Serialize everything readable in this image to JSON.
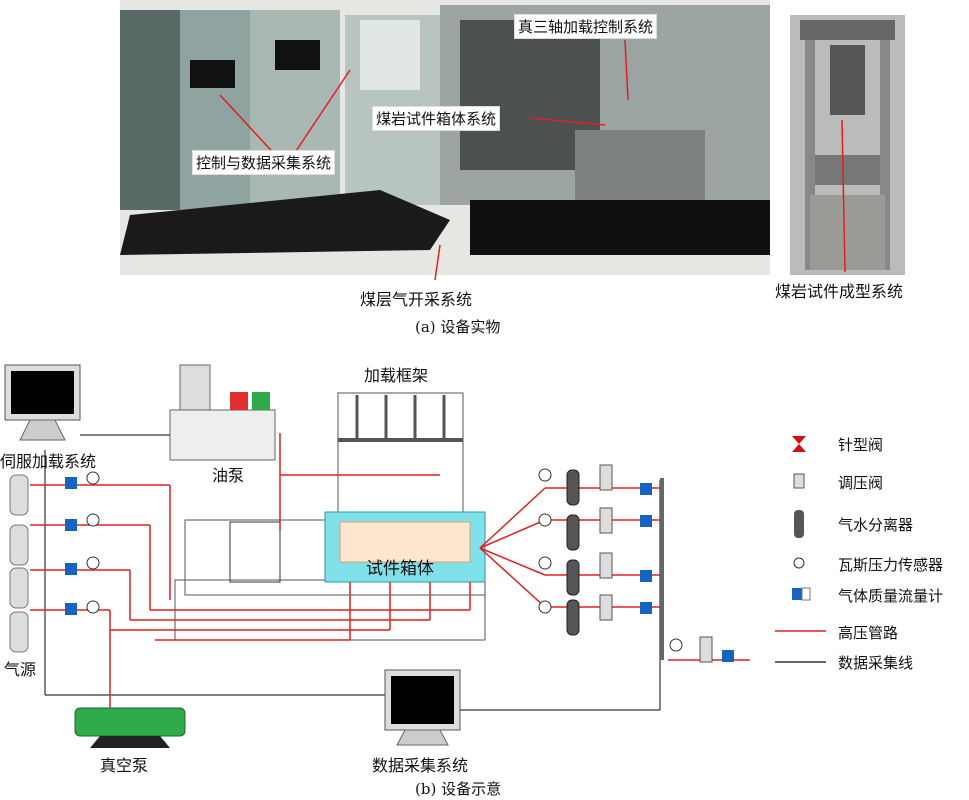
{
  "photo": {
    "labels": {
      "triaxial_control": "真三轴加载控制系统",
      "specimen_box": "煤岩试件箱体系统",
      "control_acquisition": "控制与数据采集系统",
      "cbm_extraction": "煤层气开采系统",
      "specimen_forming": "煤岩试件成型系统"
    },
    "caption": "(a)  设备实物"
  },
  "schematic": {
    "labels": {
      "loading_frame": "加载框架",
      "servo_loading": "伺服加载系统",
      "oil_pump": "油泵",
      "specimen_box": "试件箱体",
      "gas_source": "气源",
      "vacuum_pump": "真空泵",
      "data_acquisition": "数据采集系统"
    },
    "legend": [
      {
        "icon": "needle-valve-icon",
        "label": "针型阀"
      },
      {
        "icon": "pressure-regulator-icon",
        "label": "调压阀"
      },
      {
        "icon": "gas-water-separator-icon",
        "label": "气水分离器"
      },
      {
        "icon": "gas-pressure-sensor-icon",
        "label": "瓦斯压力传感器"
      },
      {
        "icon": "gas-mass-flowmeter-icon",
        "label": "气体质量流量计"
      },
      {
        "icon": "high-pressure-line",
        "label": "高压管路"
      },
      {
        "icon": "data-line",
        "label": "数据采集线"
      }
    ],
    "colors": {
      "pipe": "#e02020",
      "data_line": "#333333",
      "box": "#7fe0e8",
      "pump": "#2eaa4a",
      "flowmeter": "#1565c0"
    },
    "caption": "(b)  设备示意"
  }
}
